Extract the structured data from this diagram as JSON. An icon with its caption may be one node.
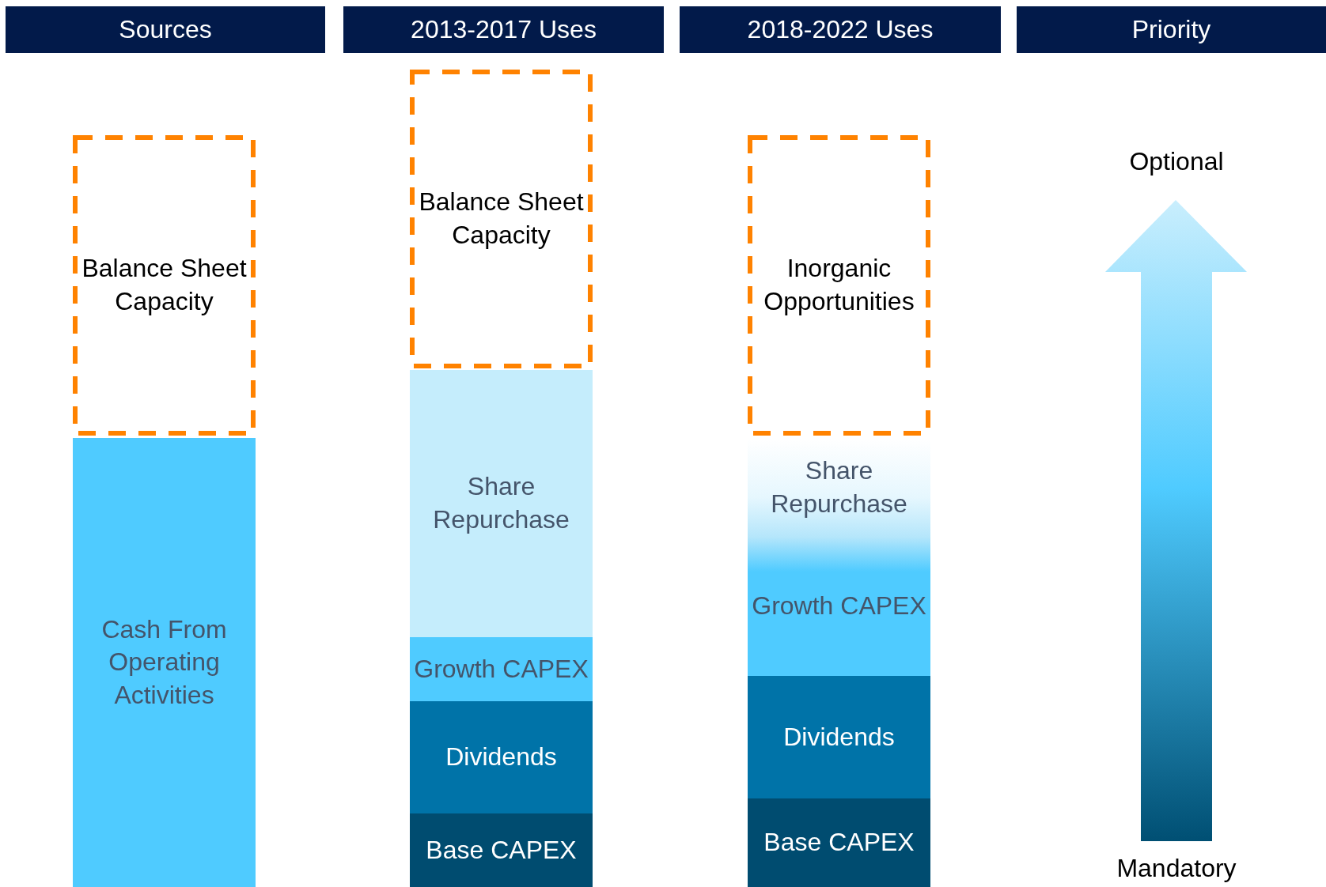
{
  "diagram": {
    "nodes": [
      {
        "text": [
          "Sources"
        ]
      },
      {
        "text": [
          "2013-2017 Uses"
        ]
      },
      {
        "text": [
          "2018-2022 Uses"
        ]
      },
      {
        "text": [
          "Priority"
        ]
      },
      {
        "text": [
          "Balance Sheet Capacity"
        ]
      },
      {
        "text": [
          "Cash From Operating Activities"
        ]
      },
      {
        "text": [
          "Balance Sheet Capacity"
        ]
      },
      {
        "text": [
          "Share Repurchase"
        ]
      },
      {
        "text": [
          "Growth CAPEX"
        ]
      },
      {
        "text": [
          "Dividends"
        ]
      },
      {
        "text": [
          "Base CAPEX"
        ]
      },
      {
        "text": [
          "Inorganic Opportunities"
        ]
      },
      {
        "text": [
          "Share Repurchase"
        ]
      },
      {
        "text": [
          "Growth CAPEX"
        ]
      },
      {
        "text": [
          "Dividends"
        ]
      },
      {
        "text": [
          "Base CAPEX"
        ]
      }
    ],
    "edges": [],
    "labels": [
      "Optional",
      "Mandatory"
    ]
  }
}
